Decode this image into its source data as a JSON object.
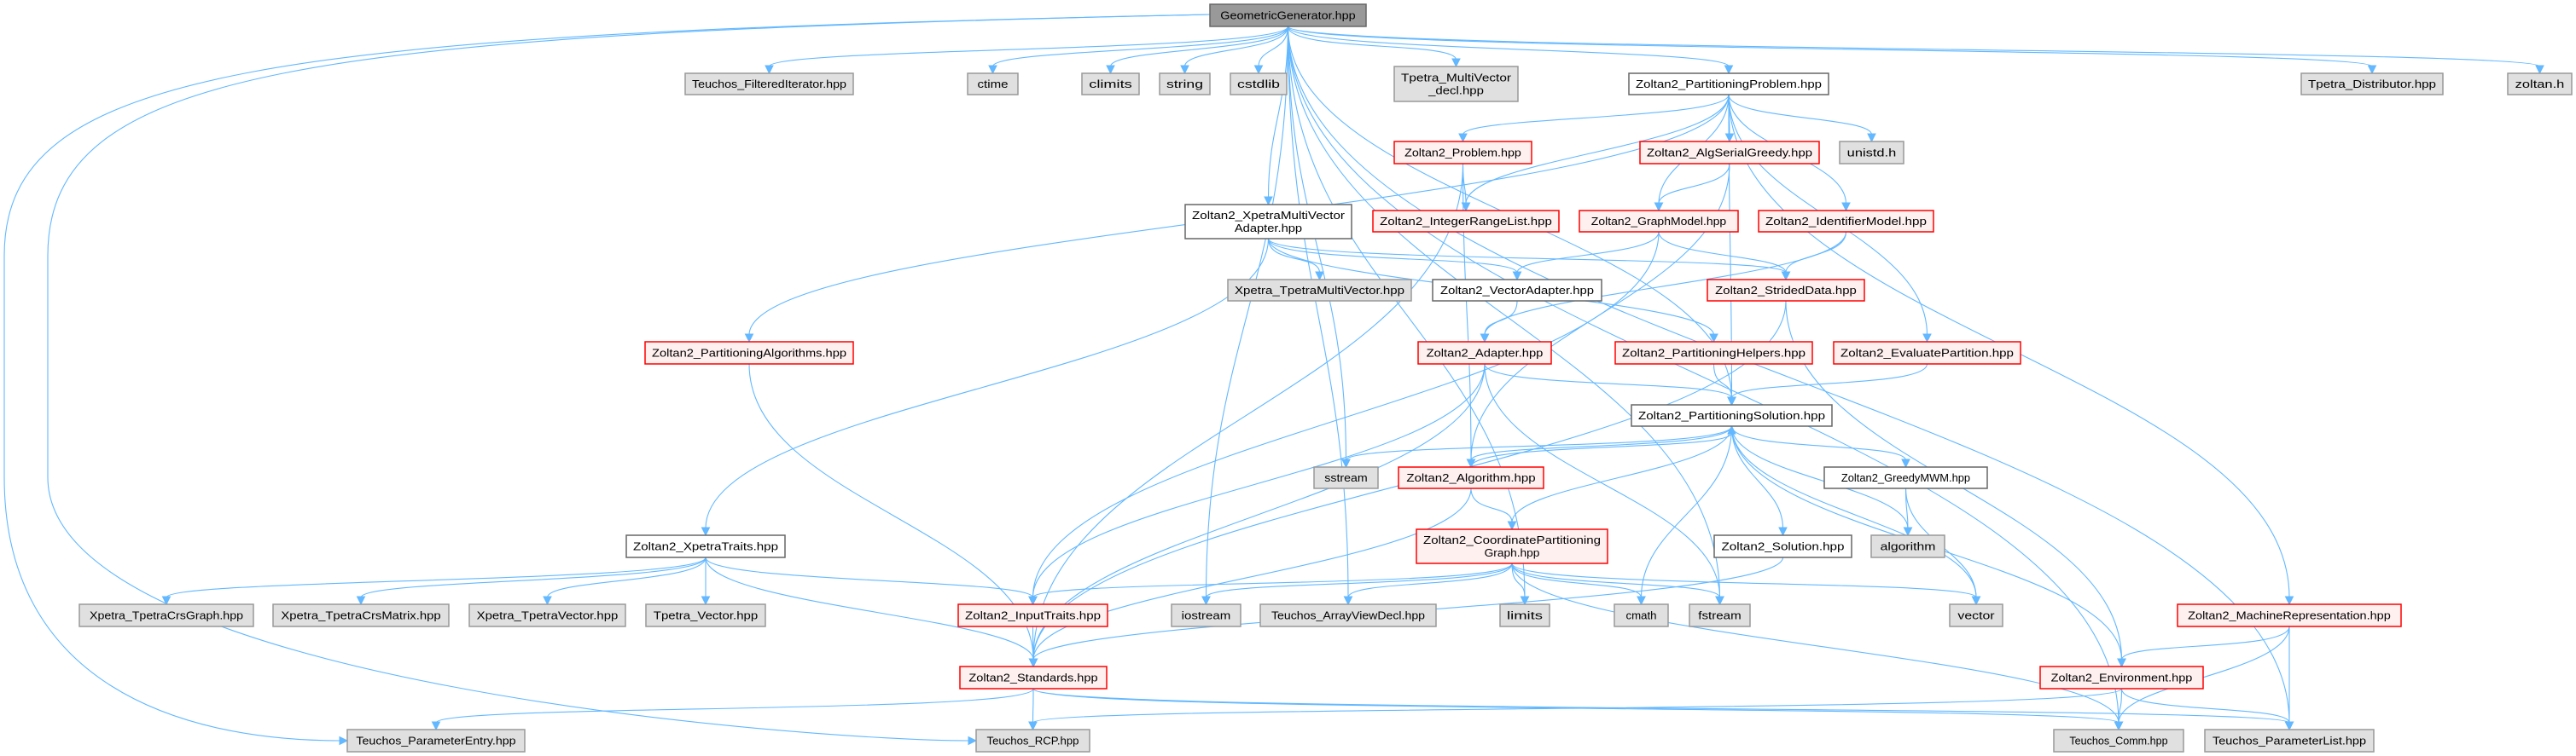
{
  "graph_title": "GeometricGenerator.hpp",
  "colors": {
    "edge": "#63b8ff",
    "root_fill": "#999999",
    "root_border": "#666666",
    "external_fill": "#e0e0e0",
    "external_border": "#999999",
    "documented_fill": "#ffffff",
    "documented_border": "#666666",
    "truncated_fill": "#fff0f0",
    "truncated_border": "#ff0000"
  },
  "nodes": [
    {
      "id": "geometric_generator",
      "kind": "root",
      "label_lines": [
        "GeometricGenerator.hpp"
      ]
    },
    {
      "id": "teuchos_filtered_iterator",
      "kind": "external",
      "label_lines": [
        "Teuchos_FilteredIterator.hpp"
      ]
    },
    {
      "id": "ctime",
      "kind": "external",
      "label_lines": [
        "ctime"
      ]
    },
    {
      "id": "climits",
      "kind": "external",
      "label_lines": [
        "climits"
      ]
    },
    {
      "id": "string",
      "kind": "external",
      "label_lines": [
        "string"
      ]
    },
    {
      "id": "cstdlib",
      "kind": "external",
      "label_lines": [
        "cstdlib"
      ]
    },
    {
      "id": "tpetra_multivector_decl",
      "kind": "external",
      "label_lines": [
        "Tpetra_MultiVector",
        "_decl.hpp"
      ]
    },
    {
      "id": "partitioning_problem",
      "kind": "documented",
      "label_lines": [
        "Zoltan2_PartitioningProblem.hpp"
      ]
    },
    {
      "id": "tpetra_distributor",
      "kind": "external",
      "label_lines": [
        "Tpetra_Distributor.hpp"
      ]
    },
    {
      "id": "zoltan_h",
      "kind": "external",
      "label_lines": [
        "zoltan.h"
      ]
    },
    {
      "id": "problem",
      "kind": "truncated",
      "label_lines": [
        "Zoltan2_Problem.hpp"
      ]
    },
    {
      "id": "alg_serial_greedy",
      "kind": "truncated",
      "label_lines": [
        "Zoltan2_AlgSerialGreedy.hpp"
      ]
    },
    {
      "id": "unistd_h",
      "kind": "external",
      "label_lines": [
        "unistd.h"
      ]
    },
    {
      "id": "xpetra_mv_adapter",
      "kind": "documented",
      "label_lines": [
        "Zoltan2_XpetraMultiVector",
        "Adapter.hpp"
      ]
    },
    {
      "id": "integer_range_list",
      "kind": "truncated",
      "label_lines": [
        "Zoltan2_IntegerRangeList.hpp"
      ]
    },
    {
      "id": "graph_model",
      "kind": "truncated",
      "label_lines": [
        "Zoltan2_GraphModel.hpp"
      ]
    },
    {
      "id": "identifier_model",
      "kind": "truncated",
      "label_lines": [
        "Zoltan2_IdentifierModel.hpp"
      ]
    },
    {
      "id": "xpetra_tpetra_multivector",
      "kind": "external",
      "label_lines": [
        "Xpetra_TpetraMultiVector.hpp"
      ]
    },
    {
      "id": "vector_adapter",
      "kind": "documented",
      "label_lines": [
        "Zoltan2_VectorAdapter.hpp"
      ]
    },
    {
      "id": "strided_data",
      "kind": "truncated",
      "label_lines": [
        "Zoltan2_StridedData.hpp"
      ]
    },
    {
      "id": "partitioning_algorithms",
      "kind": "truncated",
      "label_lines": [
        "Zoltan2_PartitioningAlgorithms.hpp"
      ]
    },
    {
      "id": "adapter",
      "kind": "truncated",
      "label_lines": [
        "Zoltan2_Adapter.hpp"
      ]
    },
    {
      "id": "partitioning_helpers",
      "kind": "truncated",
      "label_lines": [
        "Zoltan2_PartitioningHelpers.hpp"
      ]
    },
    {
      "id": "evaluate_partition",
      "kind": "truncated",
      "label_lines": [
        "Zoltan2_EvaluatePartition.hpp"
      ]
    },
    {
      "id": "partitioning_solution",
      "kind": "documented",
      "label_lines": [
        "Zoltan2_PartitioningSolution.hpp"
      ]
    },
    {
      "id": "sstream",
      "kind": "external",
      "label_lines": [
        "sstream"
      ]
    },
    {
      "id": "algorithm_hpp",
      "kind": "truncated",
      "label_lines": [
        "Zoltan2_Algorithm.hpp"
      ]
    },
    {
      "id": "greedy_mwm",
      "kind": "documented",
      "label_lines": [
        "Zoltan2_GreedyMWM.hpp"
      ]
    },
    {
      "id": "xpetra_traits",
      "kind": "documented",
      "label_lines": [
        "Zoltan2_XpetraTraits.hpp"
      ]
    },
    {
      "id": "coord_part_graph",
      "kind": "truncated",
      "label_lines": [
        "Zoltan2_CoordinatePartitioning",
        "Graph.hpp"
      ]
    },
    {
      "id": "solution",
      "kind": "documented",
      "label_lines": [
        "Zoltan2_Solution.hpp"
      ]
    },
    {
      "id": "algorithm_std",
      "kind": "external",
      "label_lines": [
        "algorithm"
      ]
    },
    {
      "id": "xpetra_tpetra_crs_graph",
      "kind": "external",
      "label_lines": [
        "Xpetra_TpetraCrsGraph.hpp"
      ]
    },
    {
      "id": "xpetra_tpetra_crs_matrix",
      "kind": "external",
      "label_lines": [
        "Xpetra_TpetraCrsMatrix.hpp"
      ]
    },
    {
      "id": "xpetra_tpetra_vector",
      "kind": "external",
      "label_lines": [
        "Xpetra_TpetraVector.hpp"
      ]
    },
    {
      "id": "tpetra_vector",
      "kind": "external",
      "label_lines": [
        "Tpetra_Vector.hpp"
      ]
    },
    {
      "id": "input_traits",
      "kind": "truncated",
      "label_lines": [
        "Zoltan2_InputTraits.hpp"
      ]
    },
    {
      "id": "iostream",
      "kind": "external",
      "label_lines": [
        "iostream"
      ]
    },
    {
      "id": "teuchos_array_view_decl",
      "kind": "external",
      "label_lines": [
        "Teuchos_ArrayViewDecl.hpp"
      ]
    },
    {
      "id": "limits",
      "kind": "external",
      "label_lines": [
        "limits"
      ]
    },
    {
      "id": "cmath",
      "kind": "external",
      "label_lines": [
        "cmath"
      ]
    },
    {
      "id": "fstream",
      "kind": "external",
      "label_lines": [
        "fstream"
      ]
    },
    {
      "id": "vector",
      "kind": "external",
      "label_lines": [
        "vector"
      ]
    },
    {
      "id": "machine_representation",
      "kind": "truncated",
      "label_lines": [
        "Zoltan2_MachineRepresentation.hpp"
      ]
    },
    {
      "id": "standards",
      "kind": "truncated",
      "label_lines": [
        "Zoltan2_Standards.hpp"
      ]
    },
    {
      "id": "environment",
      "kind": "truncated",
      "label_lines": [
        "Zoltan2_Environment.hpp"
      ]
    },
    {
      "id": "teuchos_parameter_entry",
      "kind": "external",
      "label_lines": [
        "Teuchos_ParameterEntry.hpp"
      ]
    },
    {
      "id": "teuchos_rcp",
      "kind": "external",
      "label_lines": [
        "Teuchos_RCP.hpp"
      ]
    },
    {
      "id": "teuchos_comm",
      "kind": "external",
      "label_lines": [
        "Teuchos_Comm.hpp"
      ]
    },
    {
      "id": "teuchos_parameter_list",
      "kind": "external",
      "label_lines": [
        "Teuchos_ParameterList.hpp"
      ]
    }
  ],
  "edges": [
    [
      "geometric_generator",
      "teuchos_filtered_iterator"
    ],
    [
      "geometric_generator",
      "ctime"
    ],
    [
      "geometric_generator",
      "climits"
    ],
    [
      "geometric_generator",
      "string"
    ],
    [
      "geometric_generator",
      "cstdlib"
    ],
    [
      "geometric_generator",
      "tpetra_multivector_decl"
    ],
    [
      "geometric_generator",
      "partitioning_problem"
    ],
    [
      "geometric_generator",
      "tpetra_distributor"
    ],
    [
      "geometric_generator",
      "zoltan_h"
    ],
    [
      "geometric_generator",
      "xpetra_mv_adapter"
    ],
    [
      "geometric_generator",
      "teuchos_parameter_entry"
    ],
    [
      "geometric_generator",
      "teuchos_rcp"
    ],
    [
      "geometric_generator",
      "iostream"
    ],
    [
      "geometric_generator",
      "teuchos_array_view_decl"
    ],
    [
      "geometric_generator",
      "limits"
    ],
    [
      "geometric_generator",
      "sstream"
    ],
    [
      "geometric_generator",
      "partitioning_solution"
    ],
    [
      "geometric_generator",
      "fstream"
    ],
    [
      "geometric_generator",
      "teuchos_comm"
    ],
    [
      "geometric_generator",
      "teuchos_parameter_list"
    ],
    [
      "partitioning_problem",
      "partitioning_algorithms"
    ],
    [
      "partitioning_problem",
      "problem"
    ],
    [
      "partitioning_problem",
      "integer_range_list"
    ],
    [
      "partitioning_problem",
      "alg_serial_greedy"
    ],
    [
      "partitioning_problem",
      "graph_model"
    ],
    [
      "partitioning_problem",
      "unistd_h"
    ],
    [
      "partitioning_problem",
      "identifier_model"
    ],
    [
      "partitioning_problem",
      "evaluate_partition"
    ],
    [
      "partitioning_problem",
      "partitioning_solution"
    ],
    [
      "partitioning_problem",
      "machine_representation"
    ],
    [
      "problem",
      "integer_range_list"
    ],
    [
      "problem",
      "standards"
    ],
    [
      "problem",
      "algorithm_hpp"
    ],
    [
      "alg_serial_greedy",
      "graph_model"
    ],
    [
      "alg_serial_greedy",
      "algorithm_hpp"
    ],
    [
      "graph_model",
      "vector_adapter"
    ],
    [
      "graph_model",
      "strided_data"
    ],
    [
      "graph_model",
      "input_traits"
    ],
    [
      "identifier_model",
      "strided_data"
    ],
    [
      "identifier_model",
      "adapter"
    ],
    [
      "xpetra_mv_adapter",
      "xpetra_tpetra_multivector"
    ],
    [
      "xpetra_mv_adapter",
      "vector_adapter"
    ],
    [
      "xpetra_mv_adapter",
      "strided_data"
    ],
    [
      "xpetra_mv_adapter",
      "partitioning_helpers"
    ],
    [
      "xpetra_mv_adapter",
      "xpetra_traits"
    ],
    [
      "vector_adapter",
      "adapter"
    ],
    [
      "strided_data",
      "standards"
    ],
    [
      "strided_data",
      "environment"
    ],
    [
      "adapter",
      "partitioning_solution"
    ],
    [
      "adapter",
      "input_traits"
    ],
    [
      "adapter",
      "standards"
    ],
    [
      "adapter",
      "fstream"
    ],
    [
      "partitioning_helpers",
      "partitioning_solution"
    ],
    [
      "evaluate_partition",
      "partitioning_solution"
    ],
    [
      "partitioning_algorithms",
      "standards"
    ],
    [
      "partitioning_solution",
      "algorithm_hpp"
    ],
    [
      "partitioning_solution",
      "sstream"
    ],
    [
      "partitioning_solution",
      "coord_part_graph"
    ],
    [
      "partitioning_solution",
      "greedy_mwm"
    ],
    [
      "partitioning_solution",
      "solution"
    ],
    [
      "partitioning_solution",
      "algorithm_std"
    ],
    [
      "partitioning_solution",
      "vector"
    ],
    [
      "partitioning_solution",
      "cmath"
    ],
    [
      "partitioning_solution",
      "environment"
    ],
    [
      "algorithm_hpp",
      "partitioning_solution"
    ],
    [
      "algorithm_hpp",
      "coord_part_graph"
    ],
    [
      "algorithm_hpp",
      "standards"
    ],
    [
      "coord_part_graph",
      "input_traits"
    ],
    [
      "coord_part_graph",
      "iostream"
    ],
    [
      "coord_part_graph",
      "teuchos_array_view_decl"
    ],
    [
      "coord_part_graph",
      "limits"
    ],
    [
      "coord_part_graph",
      "cmath"
    ],
    [
      "coord_part_graph",
      "fstream"
    ],
    [
      "coord_part_graph",
      "vector"
    ],
    [
      "coord_part_graph",
      "teuchos_comm"
    ],
    [
      "greedy_mwm",
      "algorithm_std"
    ],
    [
      "greedy_mwm",
      "vector"
    ],
    [
      "solution",
      "standards"
    ],
    [
      "xpetra_traits",
      "xpetra_tpetra_crs_graph"
    ],
    [
      "xpetra_traits",
      "xpetra_tpetra_crs_matrix"
    ],
    [
      "xpetra_traits",
      "xpetra_tpetra_vector"
    ],
    [
      "xpetra_traits",
      "tpetra_vector"
    ],
    [
      "xpetra_traits",
      "input_traits"
    ],
    [
      "xpetra_traits",
      "standards"
    ],
    [
      "input_traits",
      "standards"
    ],
    [
      "standards",
      "teuchos_rcp"
    ],
    [
      "standards",
      "teuchos_parameter_entry"
    ],
    [
      "standards",
      "teuchos_comm"
    ],
    [
      "standards",
      "teuchos_parameter_list"
    ],
    [
      "machine_representation",
      "environment"
    ],
    [
      "machine_representation",
      "teuchos_comm"
    ],
    [
      "machine_representation",
      "teuchos_parameter_list"
    ],
    [
      "environment",
      "teuchos_rcp"
    ],
    [
      "environment",
      "teuchos_comm"
    ],
    [
      "environment",
      "teuchos_parameter_list"
    ]
  ]
}
